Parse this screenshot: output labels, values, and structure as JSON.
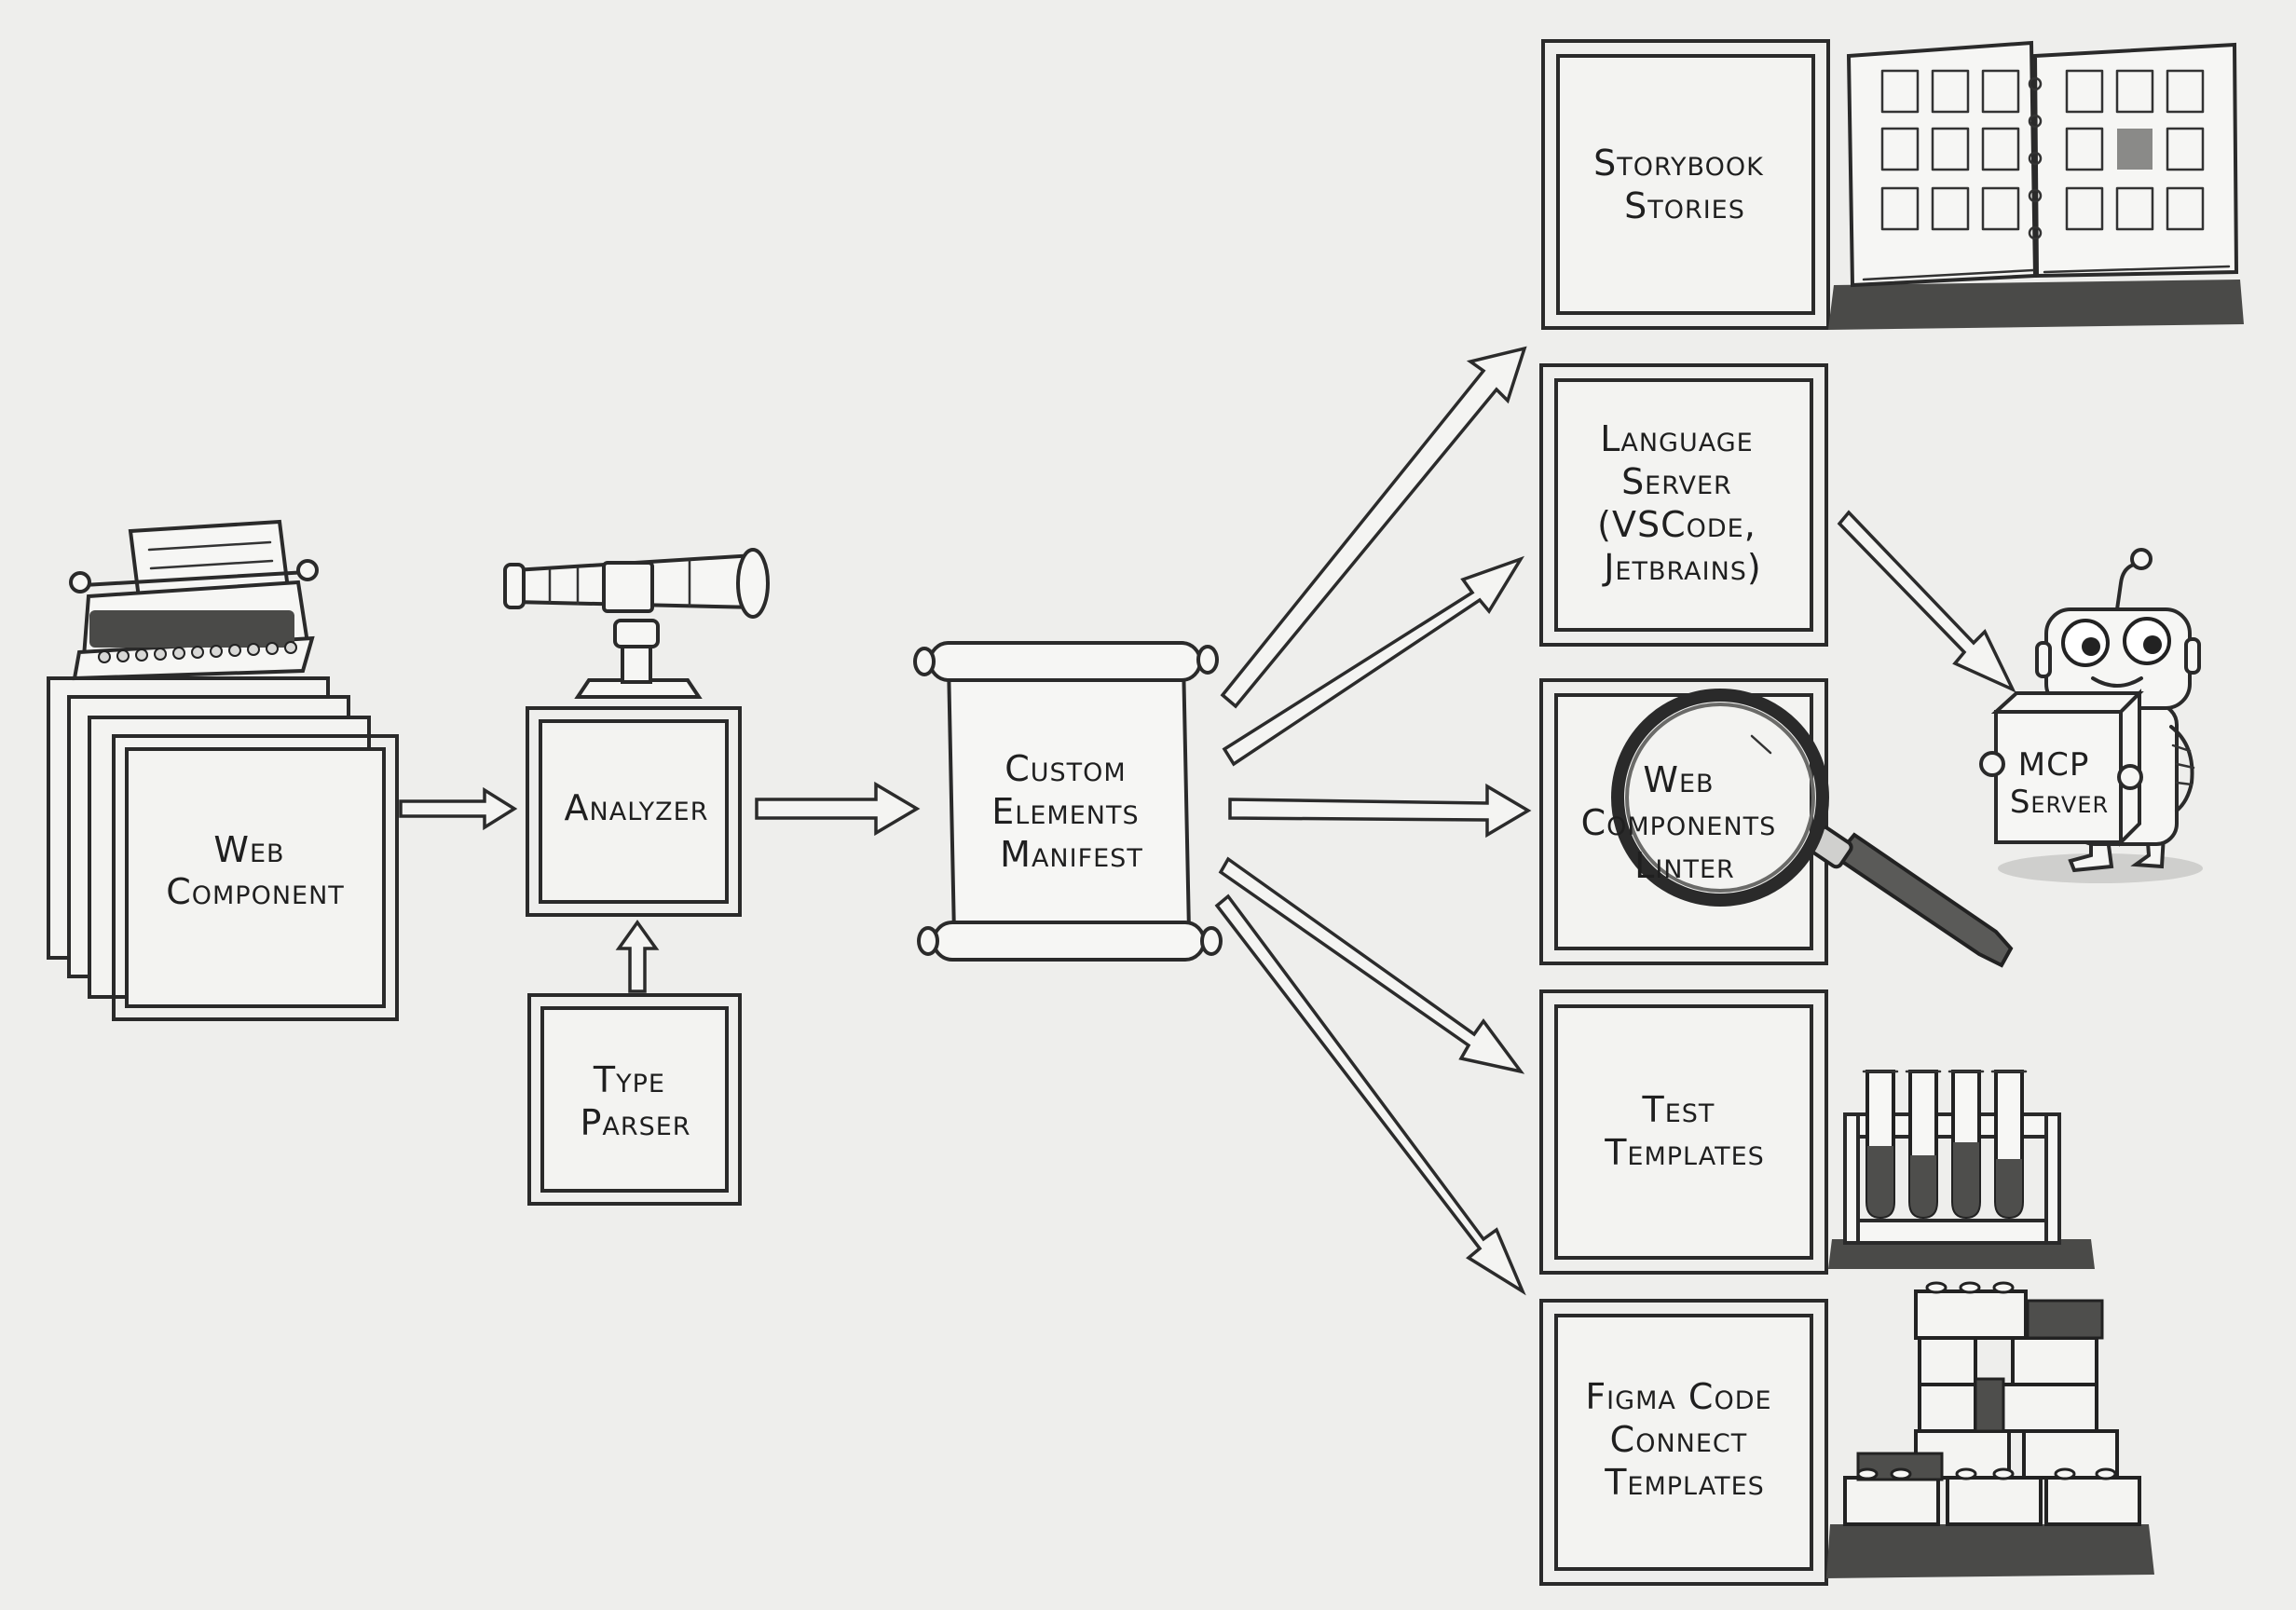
{
  "boxes": {
    "web_component": [
      "Web",
      "Component"
    ],
    "analyzer": [
      "Analyzer"
    ],
    "type_parser": [
      "Type",
      "Parser"
    ],
    "manifest": [
      "Custom",
      "Elements",
      "Manifest"
    ],
    "storybook": [
      "Storybook",
      "Stories"
    ],
    "language_server": [
      "Language",
      "Server",
      "(VSCode,",
      "Jetbrains)"
    ],
    "linter": [
      "Web",
      "Components",
      "Linter"
    ],
    "test_templates": [
      "Test",
      "Templates"
    ],
    "figma": [
      "Figma Code",
      "Connect",
      "Templates"
    ],
    "mcp_server": [
      "MCP",
      "Server"
    ]
  },
  "icons": {
    "web_component": "typewriter-icon",
    "analyzer": "telescope-icon",
    "storybook": "open-book-icon",
    "linter": "magnifying-glass-icon",
    "test_templates": "test-tube-rack-icon",
    "figma": "building-blocks-icon",
    "mcp_server": "robot-icon"
  },
  "connections": [
    [
      "web_component",
      "analyzer"
    ],
    [
      "type_parser",
      "analyzer"
    ],
    [
      "analyzer",
      "manifest"
    ],
    [
      "manifest",
      "storybook"
    ],
    [
      "manifest",
      "language_server"
    ],
    [
      "manifest",
      "linter"
    ],
    [
      "manifest",
      "test_templates"
    ],
    [
      "manifest",
      "figma"
    ],
    [
      "language_server",
      "mcp_server"
    ]
  ]
}
